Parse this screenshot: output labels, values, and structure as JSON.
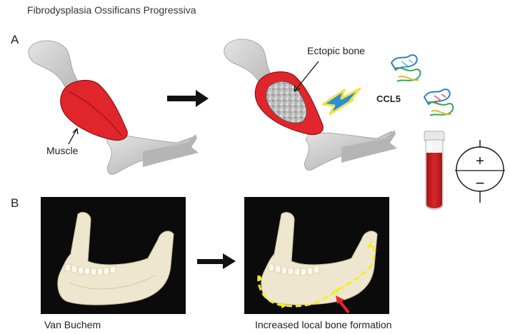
{
  "title": "Fibrodysplasia Ossificans Progressiva",
  "panels": {
    "a_label": "A",
    "b_label": "B"
  },
  "panel_a": {
    "muscle_label": "Muscle",
    "ectopic_label": "Ectopic bone",
    "ccl5_label": "CCL5",
    "plus_sign": "+",
    "minus_sign": "−"
  },
  "panel_b": {
    "left_caption": "Van Buchem",
    "right_caption": "Increased local bone formation"
  },
  "colors": {
    "muscle_red": "#e0262b",
    "bone_grey": "#c8c8c8",
    "lightning_yellow": "#f2e14a",
    "lightning_blue": "#2a8fd6",
    "annotation_yellow": "#f3ee1c",
    "arrow_red": "#e8262b",
    "blood_red": "#c91a1f",
    "photo_bg": "#0b0b0b",
    "jaw_ivory": "#efe6cf"
  },
  "icons": [
    "arm-muscle-illustration",
    "ectopic-bone-arm-illustration",
    "lightning-icon",
    "protein-structure-icon",
    "blood-tube-icon",
    "plus-minus-icon",
    "mandible-photo",
    "right-arrow"
  ]
}
